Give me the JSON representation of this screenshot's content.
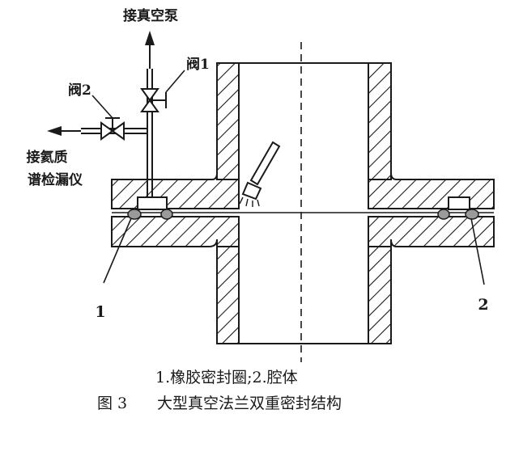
{
  "labels": {
    "vacuum_pump": "接真空泵",
    "valve1": "阀1",
    "valve2": "阀2",
    "helium_line1": "接氦质",
    "helium_line2": "谱检漏仪",
    "part1": "1",
    "part2": "2"
  },
  "caption": {
    "legend": "1.橡胶密封圈;2.腔体",
    "figure_no": "图 3",
    "title": "大型真空法兰双重密封结构"
  }
}
